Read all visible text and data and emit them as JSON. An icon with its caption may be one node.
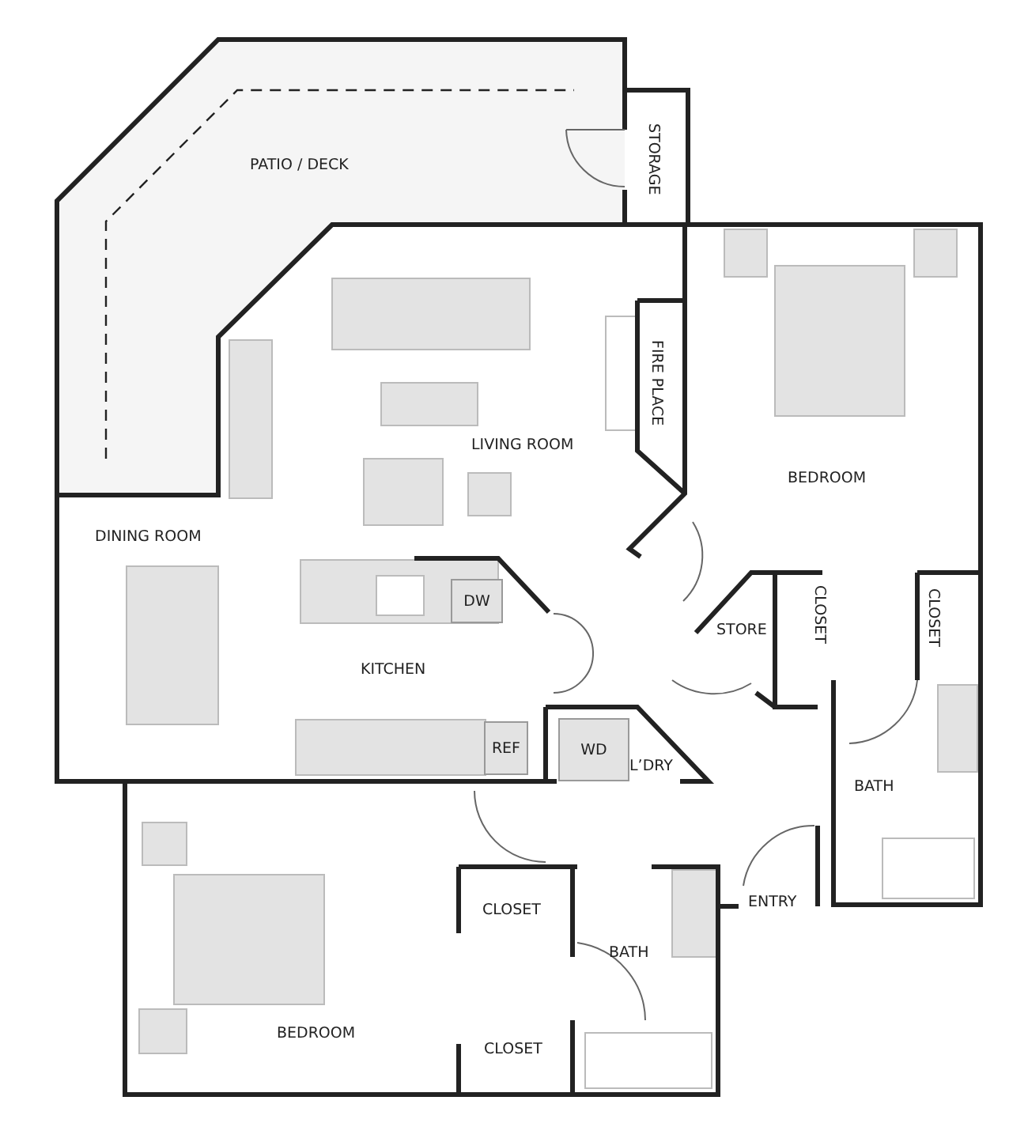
{
  "diagram": {
    "nodes": [
      {
        "text": [
          "DW"
        ]
      },
      {
        "text": [
          "REF"
        ]
      },
      {
        "text": [
          "WD"
        ]
      }
    ],
    "labels": [
      "PATIO / DECK",
      "STORAGE",
      "FIRE PLACE",
      "LIVING ROOM",
      "BEDROOM",
      "DINING ROOM",
      "STORE",
      "CLOSET",
      "CLOSET",
      "KITCHEN",
      "L’DRY",
      "BATH",
      "ENTRY",
      "CLOSET",
      "BATH",
      "BEDROOM",
      "CLOSET"
    ]
  }
}
